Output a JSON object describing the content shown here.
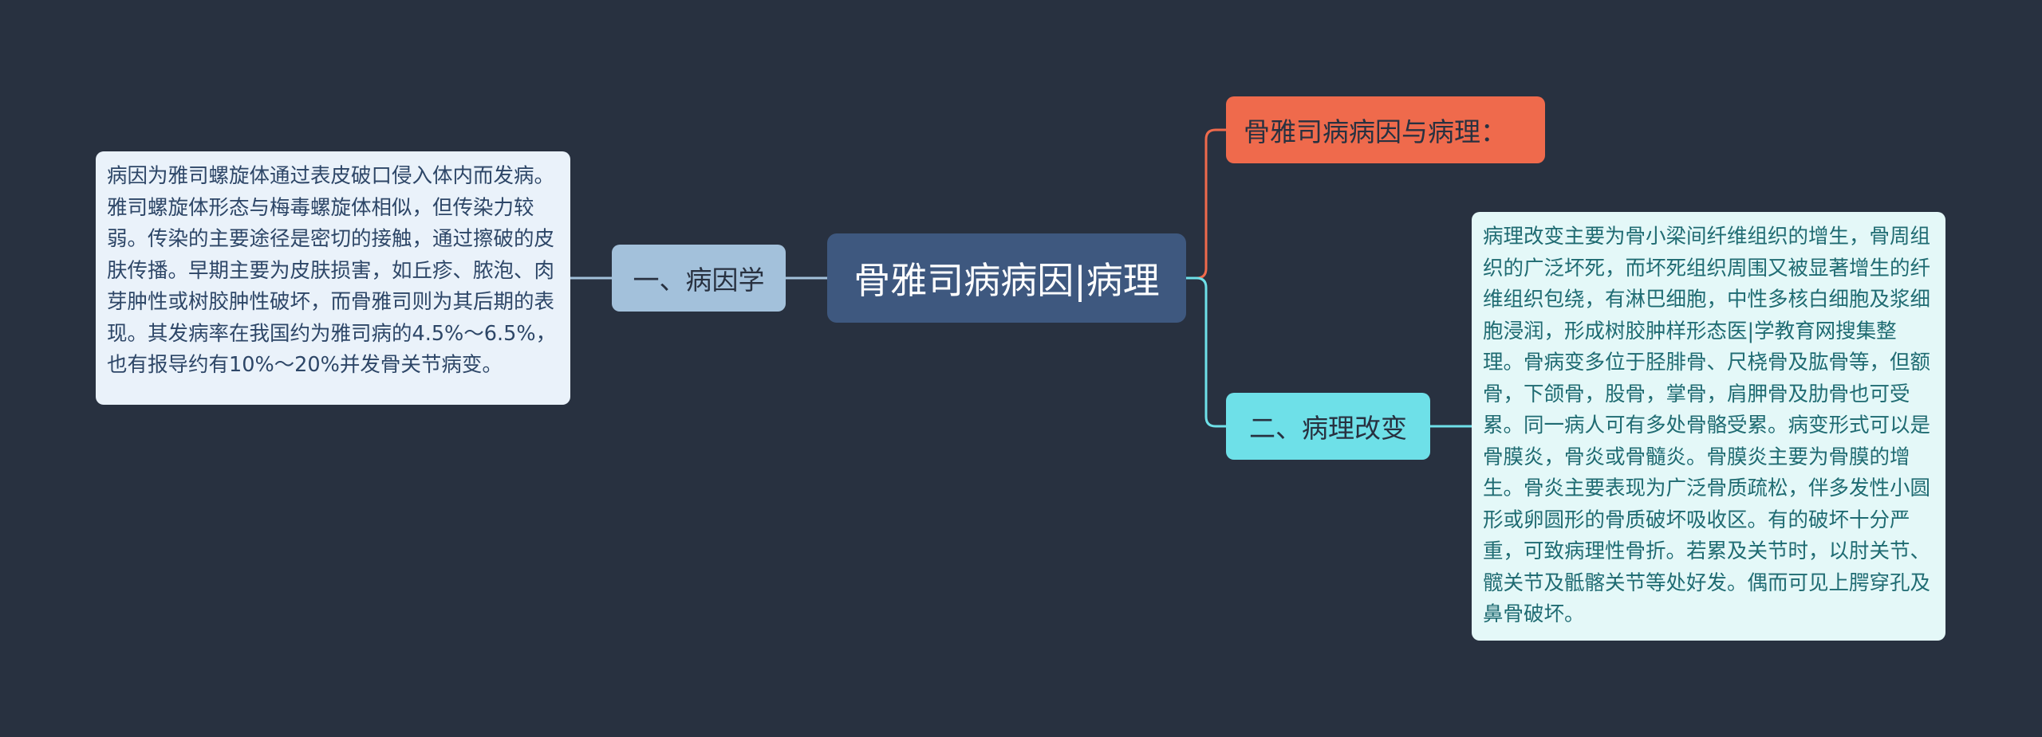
{
  "root": {
    "label": "骨雅司病病因|病理"
  },
  "branches": [
    {
      "label": "一、病因学"
    },
    {
      "label": "骨雅司病病因与病理："
    },
    {
      "label": "二、病理改变"
    }
  ],
  "leaves": [
    {
      "text": "病因为雅司螺旋体通过表皮破口侵入体内而发病。雅司螺旋体形态与梅毒螺旋体相似，但传染力较弱。传染的主要途径是密切的接触，通过擦破的皮肤传播。早期主要为皮肤损害，如丘疹、脓泡、肉芽肿性或树胶肿性破坏，而骨雅司则为其后期的表现。其发病率在我国约为雅司病的4.5%～6.5%，也有报导约有10%～20%并发骨关节病变。"
    },
    {
      "text": "病理改变主要为骨小梁间纤维组织的增生，骨周组织的广泛坏死，而坏死组织周围又被显著增生的纤维组织包绕，有淋巴细胞，中性多核白细胞及浆细胞浸润，形成树胶肿样形态医|学教育网搜集整理。骨病变多位于胫腓骨、尺桡骨及肱骨等，但额骨，下颌骨，股骨，掌骨，肩胛骨及肋骨也可受累。同一病人可有多处骨骼受累。病变形式可以是骨膜炎，骨炎或骨髓炎。骨膜炎主要为骨膜的增生。骨炎主要表现为广泛骨质疏松，伴多发性小圆形或卵圆形的骨质破坏吸收区。有的破坏十分严重，可致病理性骨折。若累及关节时，以肘关节、髋关节及骶髂关节等处好发。偶而可见上腭穿孔及鼻骨破坏。"
    }
  ],
  "colors": {
    "background": "#283140",
    "root": "#3e587f",
    "branch_left": "#a3c1db",
    "branch_top": "#ef6a4c",
    "branch_bottom": "#6ee0e8",
    "leaf_left": "#eaf2fa",
    "leaf_right": "#e4f8f8"
  }
}
